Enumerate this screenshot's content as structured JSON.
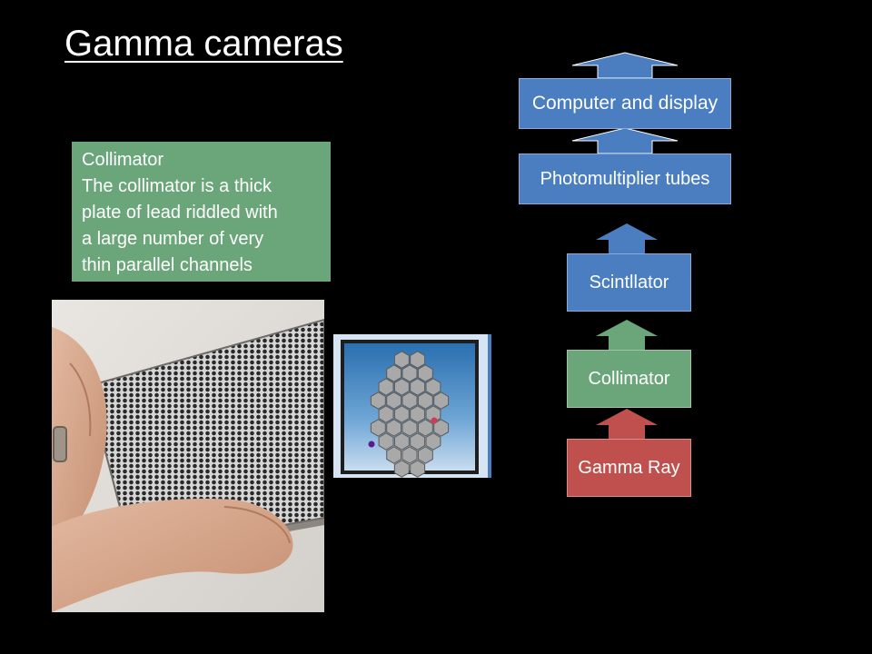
{
  "title": "Gamma cameras",
  "info_box": {
    "lines": [
      "Collimator",
      "The collimator is a thick",
      "plate of lead riddled with",
      "a large number of very",
      "thin parallel channels"
    ]
  },
  "flow": {
    "computer_display": "Computer and display",
    "photomultiplier": "Photomultiplier tubes",
    "scintillator": "Scintllator",
    "collimator": "Collimator",
    "gamma_ray": "Gamma  Ray"
  },
  "colors": {
    "blue": "#4a7ec0",
    "green": "#6aa67a",
    "red": "#c0504d",
    "background": "#000000"
  }
}
